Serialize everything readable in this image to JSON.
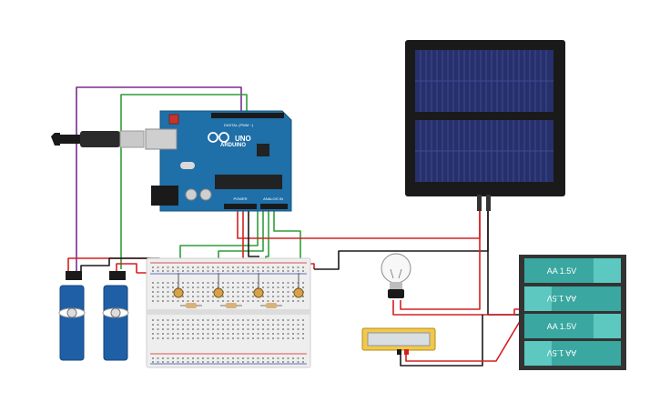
{
  "arduino": {
    "brand": "ARDUINO",
    "model": "UNO",
    "digital_label": "DIGITAL (PWM ~)",
    "power_label": "POWER",
    "analog_label": "ANALOG IN",
    "board_color": "#1f6fa8"
  },
  "batteries": [
    {
      "label": "AA 1.5V"
    },
    {
      "label": "AA 1.5V"
    },
    {
      "label": "AA 1.5V"
    },
    {
      "label": "AA 1.5V"
    }
  ],
  "colors": {
    "wire_red": "#d42020",
    "wire_black": "#1a1a1a",
    "wire_green": "#2e9e3a",
    "wire_purple": "#7a2f8f",
    "battery_teal": "#3aa7a1",
    "servo_blue": "#1f5fa6",
    "solar_cell": "#27306b",
    "multimeter_yellow": "#f2c84b"
  },
  "icons": [
    "usb-cable-icon",
    "light-bulb-icon",
    "photoresistor-icon",
    "resistor-icon",
    "servo-icon",
    "solar-panel-icon",
    "multimeter-icon"
  ]
}
